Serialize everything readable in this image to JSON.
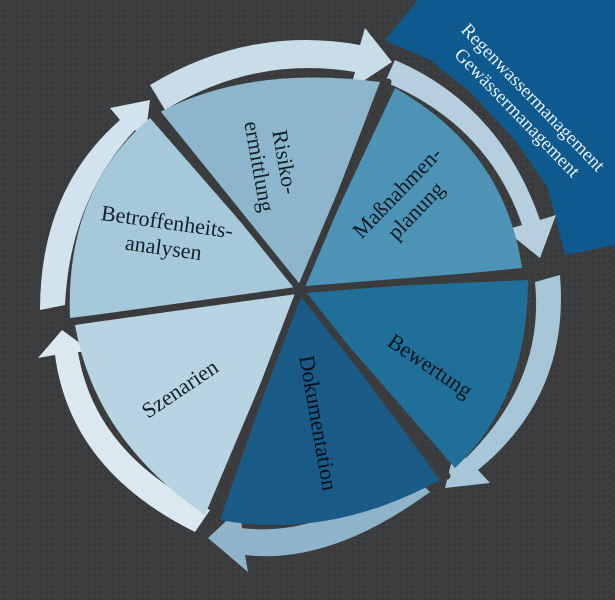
{
  "diagram": {
    "type": "cycle",
    "center_segments": [
      {
        "id": "risiko",
        "lines": [
          "Risiko-",
          "ermittlung"
        ],
        "color": "#8db6cc",
        "text_color": "#14202a"
      },
      {
        "id": "massnahmen",
        "lines": [
          "Maßnahmen-",
          "planung"
        ],
        "color": "#4d93b6",
        "text_color": "#0f1a22"
      },
      {
        "id": "bewertung",
        "lines": [
          "Bewertung"
        ],
        "color": "#1f6f99",
        "text_color": "#0a141c"
      },
      {
        "id": "dokumentation",
        "lines": [
          "Dokumentation"
        ],
        "color": "#195a86",
        "text_color": "#06101a"
      },
      {
        "id": "szenarien",
        "lines": [
          "Szenarien"
        ],
        "color": "#b8d3e2",
        "text_color": "#14202a"
      },
      {
        "id": "betroffenheit",
        "lines": [
          "Betroffenheits-",
          "analysen"
        ],
        "color": "#a6c8db",
        "text_color": "#14202a"
      }
    ],
    "corner_label": {
      "lines": [
        "Regenwassermanagement",
        "Gewässermanagement"
      ],
      "color": "#0e5a8f",
      "text_color": "#e6f0f7"
    },
    "colors": {
      "background": "#3a3b3d",
      "arrow_light": "#dbe8f0",
      "arrow_mid": "#b5cfde",
      "arrow_dark": "#8fb4c9",
      "divider": "#3a3b3d"
    }
  }
}
